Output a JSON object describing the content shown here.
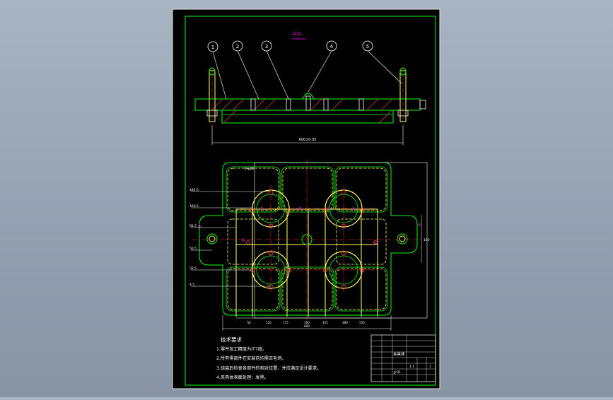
{
  "drawing": {
    "top_title": "A-A",
    "part_balloons": [
      "1",
      "2",
      "3",
      "4",
      "5"
    ],
    "section_dimension": "600±0.05",
    "plan_labels": {
      "top_note": "4-φ28",
      "left_dims": [
        "182.5",
        "160.5",
        "92.5",
        "50.5",
        "32.5",
        "4.5"
      ],
      "right_dim": "150",
      "bottom_total": "600",
      "bottom_dims": [
        "50",
        "120",
        "175",
        "300",
        "425",
        "480",
        "550"
      ]
    },
    "notes_title": "技术要求",
    "notes": [
      "1.零件加工精度为IT7级。",
      "2.所有零部件在安装前均需去毛刺。",
      "3.组装后检查各部件的相对位置，并应满足设计要求。",
      "4.夹具体表面处理：发黑。"
    ],
    "title_block": {
      "part_name": "夹具体",
      "scale": "1:1",
      "drawing_code": "JJ-01",
      "sheet": "1"
    }
  },
  "colors": {
    "background": "#000000",
    "frame": "#ffffff",
    "inner_frame": "#00ff00",
    "part_outline": "#00ff00",
    "hidden_lines": "#ffff00",
    "center_lines": "#ff3030",
    "dimension_text": "#ffffff",
    "section_marks": "#ff00ff",
    "hatch": "#ff4040",
    "bolt": "#ffff66"
  }
}
